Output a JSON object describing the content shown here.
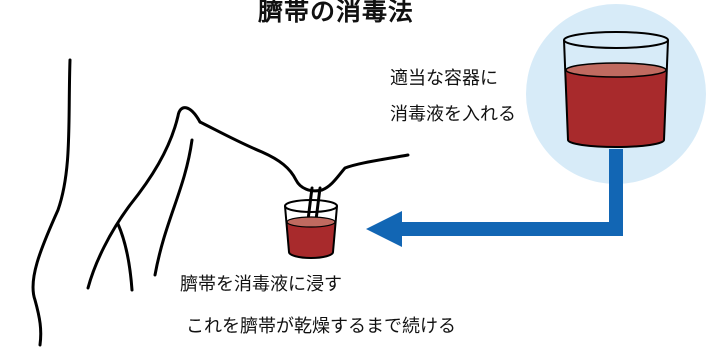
{
  "title": "臍帯の消毒法",
  "instruction": {
    "line1": "適当な容器に",
    "line2": "消毒液を入れる"
  },
  "steps": {
    "dip": "臍帯を消毒液に浸す",
    "repeat": "これを臍帯が乾燥するまで続ける"
  },
  "colors": {
    "liquid": "#a82a2c",
    "liquid_top": "#c06a60",
    "highlight_circle": "#d7ebf8",
    "arrow": "#1266b4",
    "line": "#000000"
  }
}
